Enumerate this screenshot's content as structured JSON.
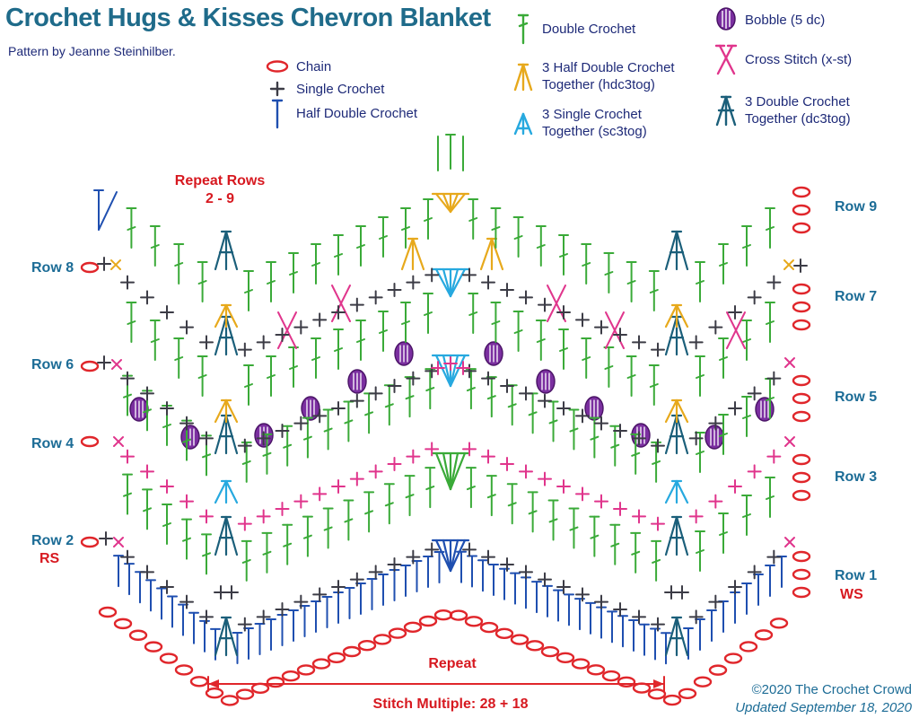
{
  "title": "Crochet Hugs & Kisses Chevron Blanket",
  "subtitle": "Pattern by Jeanne Steinhilber.",
  "legend": [
    {
      "key": "chain",
      "label": "Chain",
      "icon": "chain-icon",
      "color": "#e0262b"
    },
    {
      "key": "sc",
      "label": "Single Crochet",
      "icon": "single-crochet-icon",
      "color": "#3c3c46"
    },
    {
      "key": "hdc",
      "label": "Half Double Crochet",
      "icon": "half-double-crochet-icon",
      "color": "#1f4fb0"
    },
    {
      "key": "dc",
      "label": "Double Crochet",
      "icon": "double-crochet-icon",
      "color": "#3aaa38"
    },
    {
      "key": "hdc3tog",
      "label": "3 Half Double Crochet\nTogether (hdc3tog)",
      "icon": "hdc3tog-icon",
      "color": "#e7a91c"
    },
    {
      "key": "sc3tog",
      "label": "3 Single Crochet\nTogether (sc3tog)",
      "icon": "sc3tog-icon",
      "color": "#27a9df"
    },
    {
      "key": "bobble",
      "label": "Bobble (5 dc)",
      "icon": "bobble-icon",
      "color": "#7b2fa0"
    },
    {
      "key": "xst",
      "label": "Cross Stitch (x-st)",
      "icon": "cross-stitch-icon",
      "color": "#e0358c"
    },
    {
      "key": "dc3tog",
      "label": "3 Double Crochet\nTogether (dc3tog)",
      "icon": "dc3tog-icon",
      "color": "#1b5f7a"
    }
  ],
  "row_labels": {
    "row9": "Row 9",
    "row8": "Row 8",
    "row7": "Row 7",
    "row6": "Row 6",
    "row5": "Row 5",
    "row4": "Row 4",
    "row3": "Row 3",
    "row2": "Row 2",
    "row1": "Row 1",
    "rs": "RS",
    "ws": "WS"
  },
  "repeat_rows": "Repeat Rows\n2 - 9",
  "repeat": "Repeat",
  "stitch_multiple": "Stitch Multiple: 28 + 18",
  "copyright": "©2020 The Crochet Crowd",
  "updated": "Updated September 18, 2020"
}
